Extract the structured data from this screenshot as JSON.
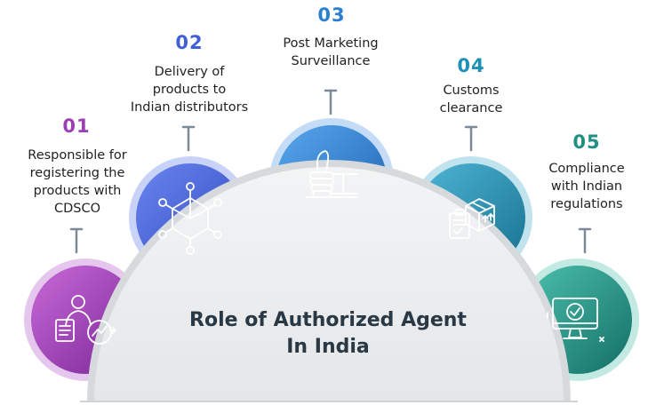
{
  "title": {
    "line1": "Role of Authorized Agent",
    "line2": "In India"
  },
  "steps": [
    {
      "number": "01",
      "lines": [
        "Responsible for",
        "registering the",
        "products with",
        "CDSCO"
      ],
      "icon": "registration-document-icon",
      "color": "#9b3fb3"
    },
    {
      "number": "02",
      "lines": [
        "Delivery of",
        "products to",
        "Indian distributors"
      ],
      "icon": "distribution-network-icon",
      "color": "#3f5fd6"
    },
    {
      "number": "03",
      "lines": [
        "Post Marketing",
        "Surveillance"
      ],
      "icon": "thumbs-up-icon",
      "color": "#2a7fd0"
    },
    {
      "number": "04",
      "lines": [
        "Customs",
        "clearance"
      ],
      "icon": "package-clipboard-icon",
      "color": "#1e8fb5"
    },
    {
      "number": "05",
      "lines": [
        "Compliance",
        "with Indian",
        "regulations"
      ],
      "icon": "monitor-check-icon",
      "color": "#1f8f84"
    }
  ]
}
